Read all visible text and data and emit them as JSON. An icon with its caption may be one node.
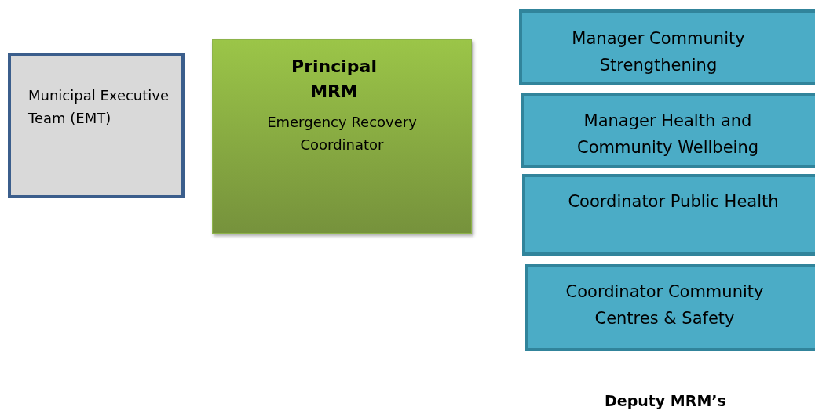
{
  "diagram": {
    "nodes": [
      {
        "text": [
          "Municipal Executive Team (EMT)"
        ]
      },
      {
        "text": [
          "Principal MRM",
          "Emergency Recovery Coordinator"
        ]
      },
      {
        "text": [
          "Manager Community Strengthening"
        ]
      },
      {
        "text": [
          "Manager Health and Community Wellbeing"
        ]
      },
      {
        "text": [
          "Coordinator Public Health"
        ]
      },
      {
        "text": [
          "Coordinator Community Centres & Safety"
        ]
      }
    ],
    "labels": [
      "Deputy MRM’s"
    ]
  }
}
